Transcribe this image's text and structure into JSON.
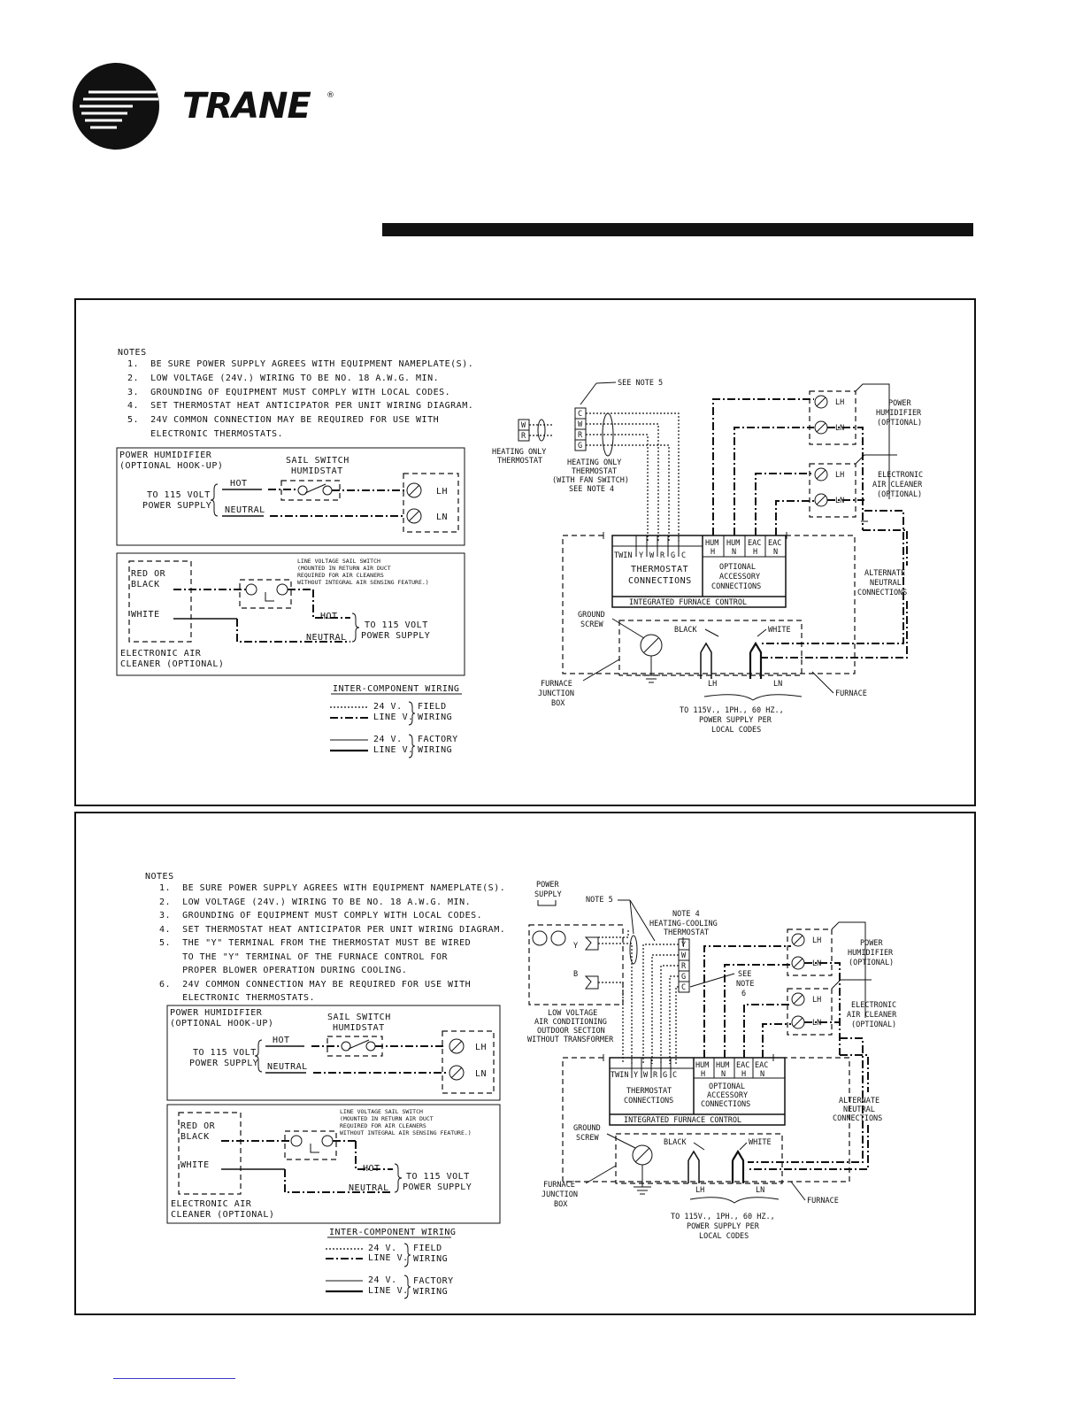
{
  "brand": {
    "name": "TRANE",
    "registered": "®"
  },
  "legend": {
    "title": "INTER-COMPONENT WIRING",
    "v24": "24 V.",
    "linev": "LINE V.",
    "field1": "FIELD",
    "field2": "WIRING",
    "factory1": "FACTORY",
    "factory2": "WIRING"
  },
  "panel1": {
    "notes": {
      "heading": "NOTES",
      "items": [
        "1.  BE SURE POWER SUPPLY AGREES WITH EQUIPMENT NAMEPLATE(S).",
        "2.  LOW VOLTAGE (24V.) WIRING TO BE NO. 18 A.W.G. MIN.",
        "3.  GROUNDING OF EQUIPMENT MUST COMPLY WITH LOCAL CODES.",
        "4.  SET THERMOSTAT HEAT ANTICIPATOR PER UNIT WIRING DIAGRAM.",
        "5.  24V COMMON CONNECTION MAY BE REQUIRED FOR USE WITH",
        "    ELECTRONIC THERMOSTATS."
      ]
    },
    "humidifier": {
      "title1": "POWER HUMIDIFIER",
      "title2": "(OPTIONAL HOOK-UP)",
      "switch1": "SAIL SWITCH",
      "switch2": "HUMIDSTAT",
      "hot": "HOT",
      "neutral": "NEUTRAL",
      "supply1": "TO 115 VOLT",
      "supply2": "POWER SUPPLY",
      "lh": "LH",
      "ln": "LN"
    },
    "air_cleaner": {
      "red1": "RED OR",
      "red2": "BLACK",
      "white": "WHITE",
      "sail1": "LINE VOLTAGE SAIL SWITCH",
      "sail2": "(MOUNTED IN RETURN AIR DUCT",
      "sail3": "REQUIRED FOR AIR CLEANERS",
      "sail4": "WITHOUT INTEGRAL AIR SENSING FEATURE.)",
      "hot": "HOT",
      "neutral": "NEUTRAL",
      "supply1": "TO 115 VOLT",
      "supply2": "POWER SUPPLY",
      "title1": "ELECTRONIC AIR",
      "title2": "CLEANER (OPTIONAL)"
    },
    "diagram": {
      "see_note5": "SEE NOTE 5",
      "t_c": "C",
      "t_w": "W",
      "t_r": "R",
      "t_g": "G",
      "heat_only1": "HEATING ONLY",
      "heat_only2": "THERMOSTAT",
      "fan1": "HEATING ONLY",
      "fan2": "THERMOSTAT",
      "fan3": "(WITH FAN SWITCH)",
      "fan4": "SEE NOTE 4",
      "terminals": [
        "TWIN",
        "Y",
        "W",
        "R",
        "G",
        "C"
      ],
      "acc": [
        "HUM",
        "HUM",
        "EAC",
        "EAC"
      ],
      "acc_sub": [
        "H",
        "N",
        "H",
        "N"
      ],
      "tstat_conn1": "THERMOSTAT",
      "tstat_conn2": "CONNECTIONS",
      "opt1": "OPTIONAL",
      "opt2": "ACCESSORY",
      "opt3": "CONNECTIONS",
      "ifc": "INTEGRATED FURNACE CONTROL",
      "hum_title": [
        "POWER",
        "HUMIDIFIER",
        "(OPTIONAL)"
      ],
      "eac_title": [
        "ELECTRONIC",
        "AIR CLEANER",
        "(OPTIONAL)"
      ],
      "alt": [
        "ALTERNATE",
        "NEUTRAL",
        "CONNECTIONS"
      ],
      "lh": "LH",
      "ln": "LN",
      "ground1": "GROUND",
      "ground2": "SCREW",
      "black": "BLACK",
      "white": "WHITE",
      "jbox": [
        "FURNACE",
        "JUNCTION",
        "BOX"
      ],
      "furnace": "FURNACE",
      "supply": [
        "TO 115V., 1PH., 60 HZ.,",
        "POWER SUPPLY PER",
        "LOCAL CODES"
      ]
    }
  },
  "panel2": {
    "notes": {
      "heading": "NOTES",
      "items": [
        "1.  BE SURE POWER SUPPLY AGREES WITH EQUIPMENT NAMEPLATE(S).",
        "2.  LOW VOLTAGE (24V.) WIRING TO BE NO. 18 A.W.G. MIN.",
        "3.  GROUNDING OF EQUIPMENT MUST COMPLY WITH LOCAL CODES.",
        "4.  SET THERMOSTAT HEAT ANTICIPATOR PER UNIT WIRING DIAGRAM.",
        "5.  THE \"Y\" TERMINAL FROM THE THERMOSTAT MUST BE WIRED",
        "    TO THE \"Y\" TERMINAL OF THE FURNACE CONTROL FOR",
        "    PROPER BLOWER OPERATION DURING COOLING.",
        "6.  24V COMMON CONNECTION MAY BE REQUIRED FOR USE WITH",
        "    ELECTRONIC THERMOSTATS."
      ]
    },
    "humidifier": {
      "title1": "POWER HUMIDIFIER",
      "title2": "(OPTIONAL HOOK-UP)",
      "switch1": "SAIL SWITCH",
      "switch2": "HUMIDSTAT",
      "hot": "HOT",
      "neutral": "NEUTRAL",
      "supply1": "TO 115 VOLT",
      "supply2": "POWER SUPPLY",
      "lh": "LH",
      "ln": "LN"
    },
    "air_cleaner": {
      "red1": "RED OR",
      "red2": "BLACK",
      "white": "WHITE",
      "sail1": "LINE VOLTAGE SAIL SWITCH",
      "sail2": "(MOUNTED IN RETURN AIR DUCT",
      "sail3": "REQUIRED FOR AIR CLEANERS",
      "sail4": "WITHOUT INTEGRAL AIR SENSING FEATURE.)",
      "hot": "HOT",
      "neutral": "NEUTRAL",
      "supply1": "TO 115 VOLT",
      "supply2": "POWER SUPPLY",
      "title1": "ELECTRONIC AIR",
      "title2": "CLEANER (OPTIONAL)"
    },
    "diagram": {
      "power1": "POWER",
      "power2": "SUPPLY",
      "note5": "NOTE 5",
      "note4": [
        "NOTE 4",
        "HEATING-COOLING",
        "THERMOSTAT"
      ],
      "y": "Y",
      "b": "B",
      "t_y": "Y",
      "t_w": "W",
      "t_r": "R",
      "t_g": "G",
      "t_c": "C",
      "see_note6": [
        "SEE",
        "NOTE",
        "6"
      ],
      "outdoor": [
        "LOW VOLTAGE",
        "AIR CONDITIONING",
        "OUTDOOR SECTION",
        "WITHOUT TRANSFORMER"
      ],
      "terminals": [
        "TWIN",
        "Y",
        "W",
        "R",
        "G",
        "C"
      ],
      "acc": [
        "HUM",
        "HUM",
        "EAC",
        "EAC"
      ],
      "acc_sub": [
        "H",
        "N",
        "H",
        "N"
      ],
      "tstat_conn1": "THERMOSTAT",
      "tstat_conn2": "CONNECTIONS",
      "opt1": "OPTIONAL",
      "opt2": "ACCESSORY",
      "opt3": "CONNECTIONS",
      "ifc": "INTEGRATED FURNACE CONTROL",
      "hum_title": [
        "POWER",
        "HUMIDIFIER",
        "(OPTIONAL)"
      ],
      "eac_title": [
        "ELECTRONIC",
        "AIR CLEANER",
        "(OPTIONAL)"
      ],
      "alt": [
        "ALTERNATE",
        "NEUTRAL",
        "CONNECTIONS"
      ],
      "lh": "LH",
      "ln": "LN",
      "ground1": "GROUND",
      "ground2": "SCREW",
      "black": "BLACK",
      "white": "WHITE",
      "jbox": [
        "FURNACE",
        "JUNCTION",
        "BOX"
      ],
      "furnace": "FURNACE",
      "supply": [
        "TO 115V., 1PH., 60 HZ.,",
        "POWER SUPPLY PER",
        "LOCAL CODES"
      ]
    }
  }
}
